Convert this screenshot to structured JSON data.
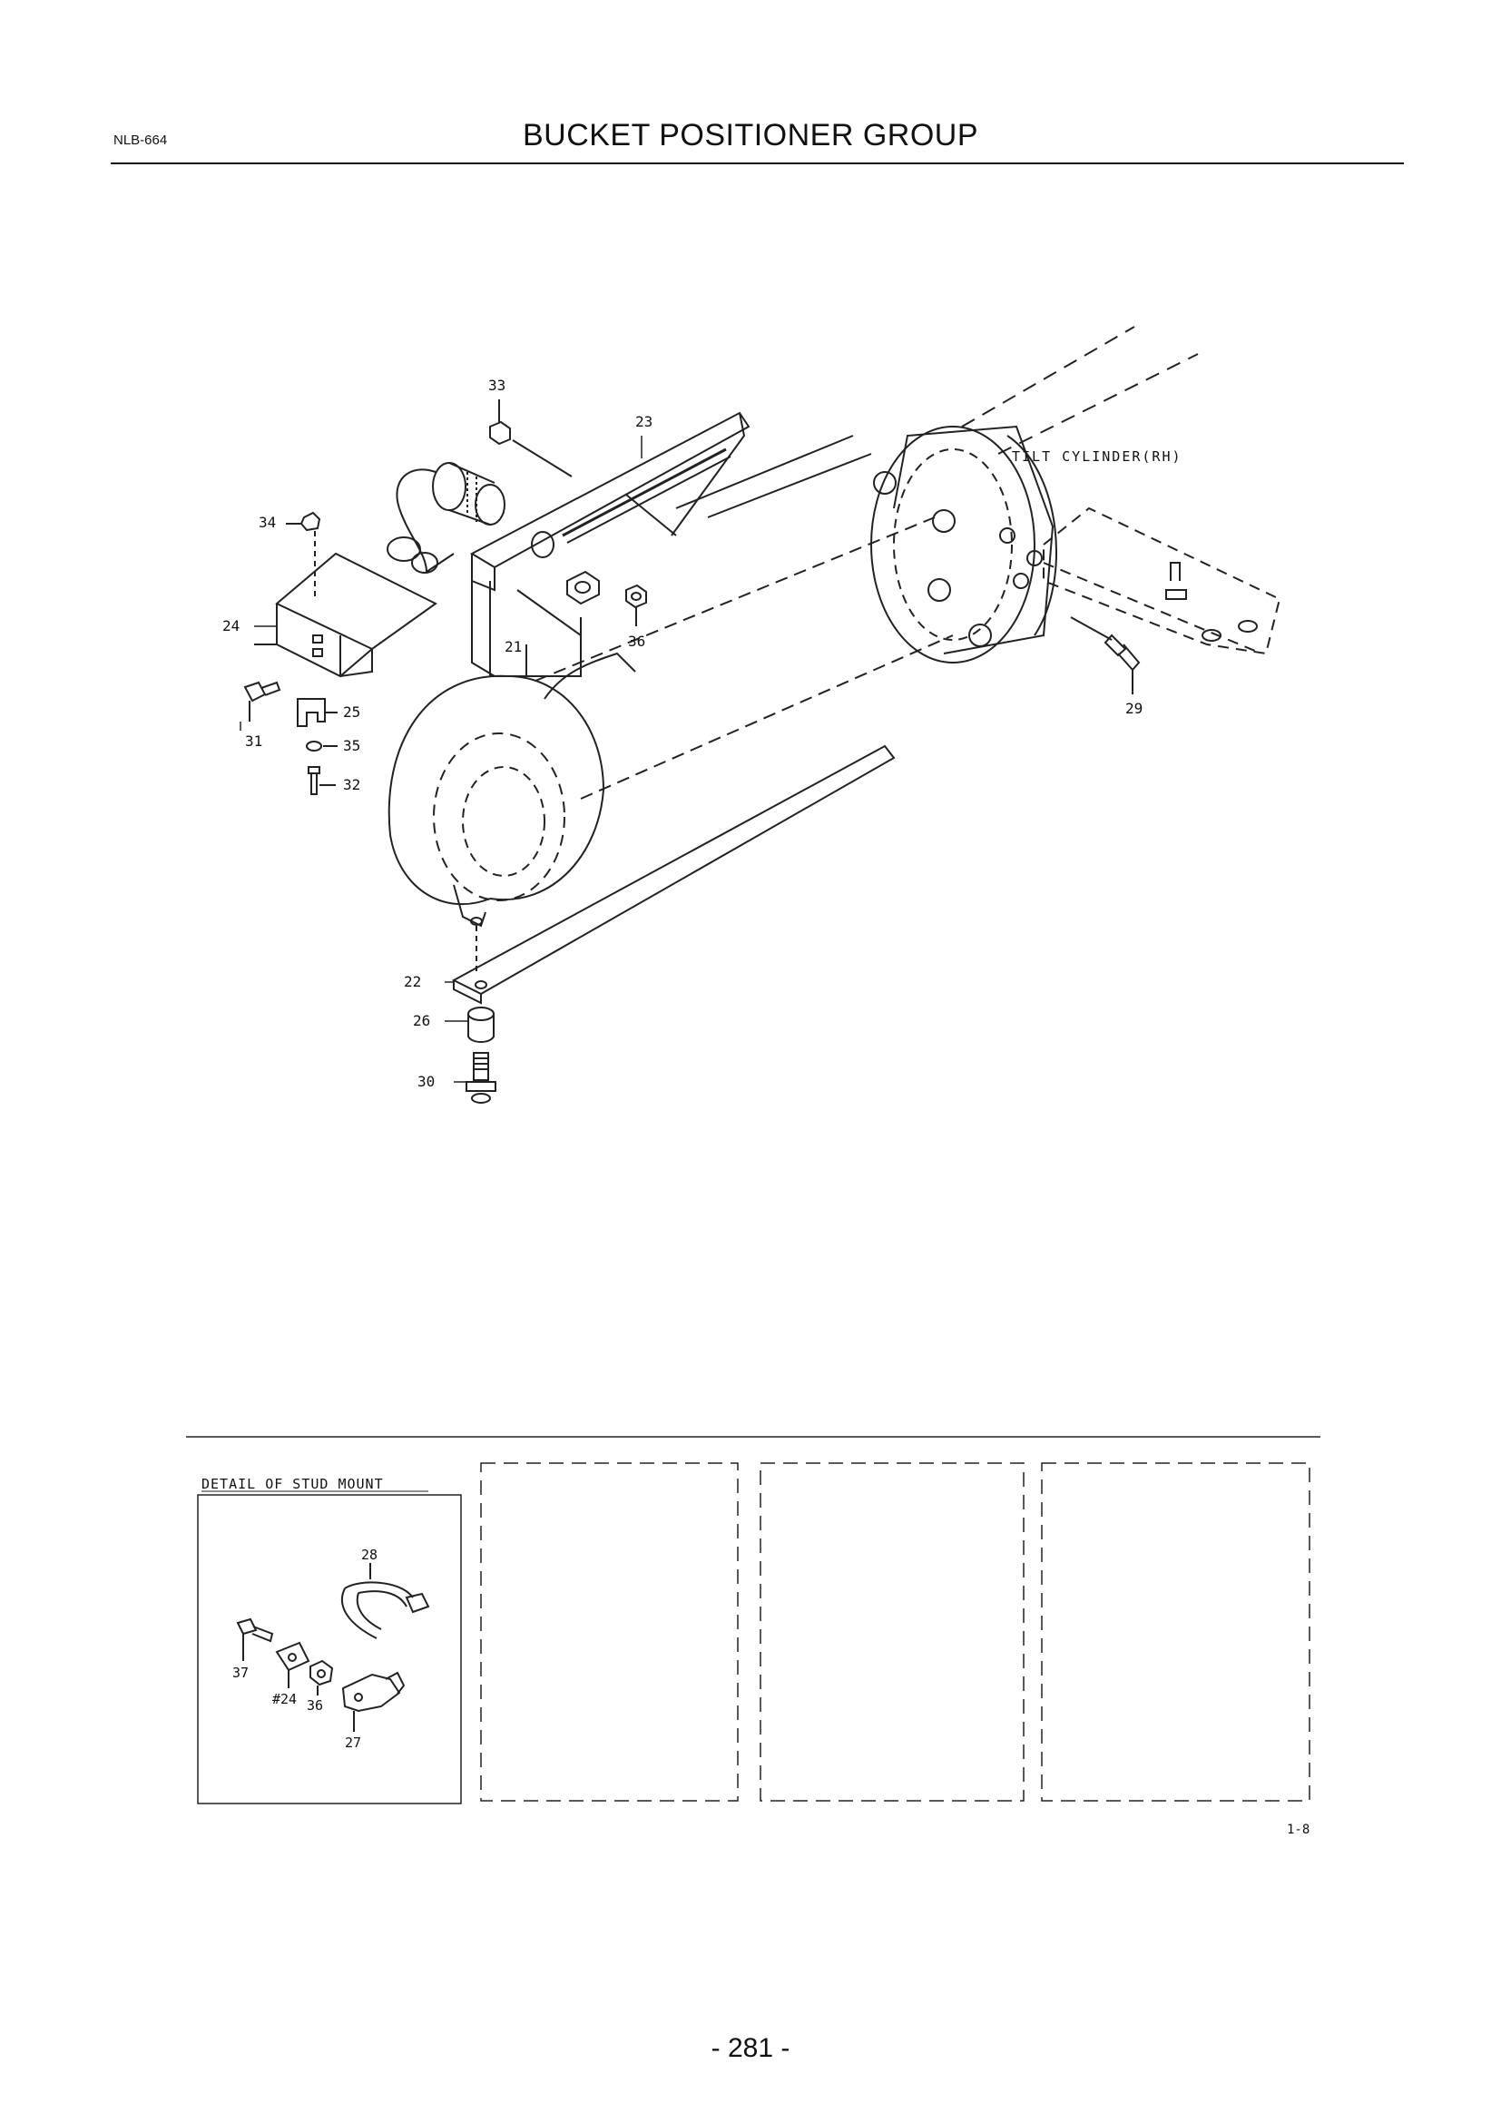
{
  "header": {
    "doc_code": "NLB-664",
    "title": "BUCKET POSITIONER GROUP"
  },
  "main_diagram": {
    "assembly_label": "TILT CYLINDER(RH)",
    "callouts": [
      "33",
      "23",
      "34",
      "24",
      "21",
      "36",
      "31",
      "25",
      "35",
      "32",
      "29",
      "22",
      "26",
      "30"
    ]
  },
  "detail_panel": {
    "title": "DETAIL OF STUD MOUNT",
    "callouts": [
      "28",
      "37",
      "#24",
      "36",
      "27"
    ]
  },
  "figure_ref": "1-8",
  "page_number": "- 281 -"
}
